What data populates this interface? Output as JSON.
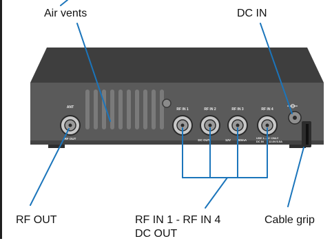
{
  "callouts": {
    "air_vents": "Air vents",
    "dc_in": "DC IN",
    "rf_out": "RF OUT",
    "rf_in_line1": "RF IN 1 - RF IN 4",
    "rf_in_line2": "DC OUT",
    "cable_grip": "Cable grip"
  },
  "device_labels": {
    "ant": "ANT",
    "rf_out": "RF OUT",
    "rf_in_1": "RF IN 1",
    "rf_in_2": "RF IN 2",
    "rf_in_3": "RF IN 3",
    "rf_in_4": "RF IN 4",
    "dc_out": "DC OUT",
    "voltage": "12V",
    "current": "50mA",
    "usb_line1": "USE 1... 3+ ONLY",
    "usb_line2": "DC IN",
    "rating": "12.8V/3.5A"
  },
  "colors": {
    "leader_line": "#1b75bb",
    "housing": "#5e5e5e",
    "panel": "#4a4a4a",
    "connector": "#cfcfcf"
  }
}
